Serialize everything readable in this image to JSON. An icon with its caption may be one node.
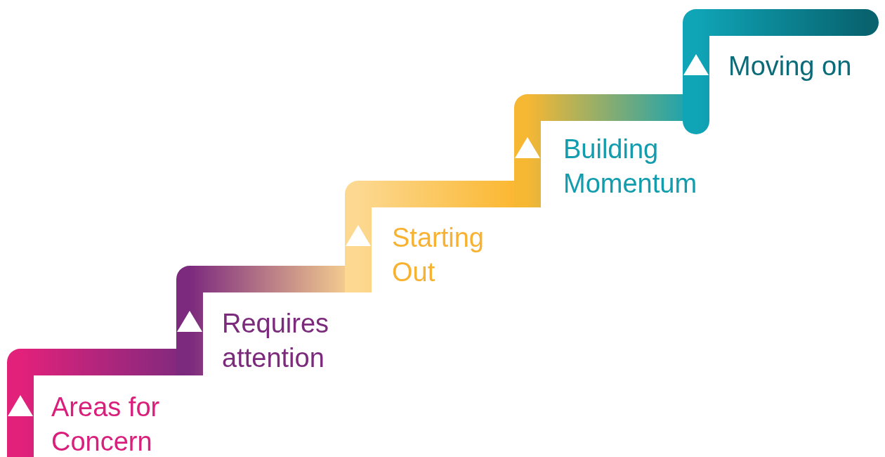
{
  "diagram": {
    "labels": [
      "Areas for Concern",
      "Requires attention",
      "Starting Out",
      "Building Momentum",
      "Moving on"
    ]
  }
}
